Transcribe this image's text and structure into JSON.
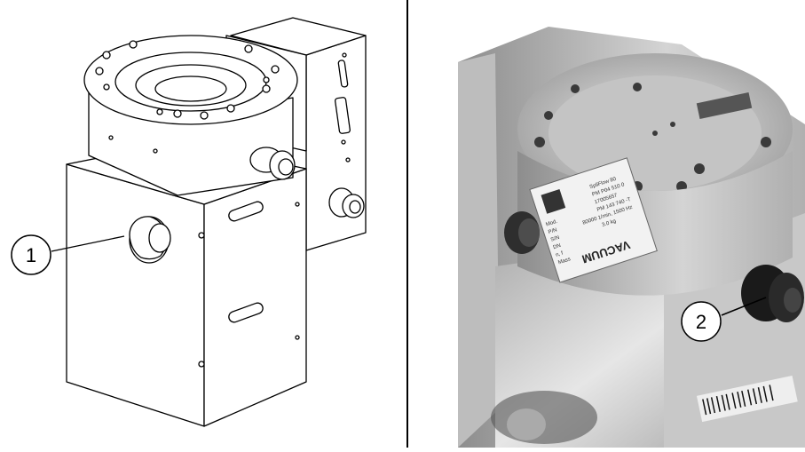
{
  "callouts": [
    {
      "number": "1"
    },
    {
      "number": "2"
    }
  ],
  "label_plate": {
    "brand": "VACUUM",
    "lines": [
      "Mod.",
      "P/N",
      "S/N",
      "DN",
      "n, f",
      "Mass",
      "SpliFlow 80",
      "PM P04 510 0",
      "17005657",
      "PM 143 740 -T",
      "80000 1/min, 1500 Hz",
      "3.0 kg"
    ]
  },
  "colors": {
    "line": "#000000",
    "background": "#ffffff",
    "metal_light": "#d9d9d9",
    "metal_dark": "#7a7a7a"
  }
}
